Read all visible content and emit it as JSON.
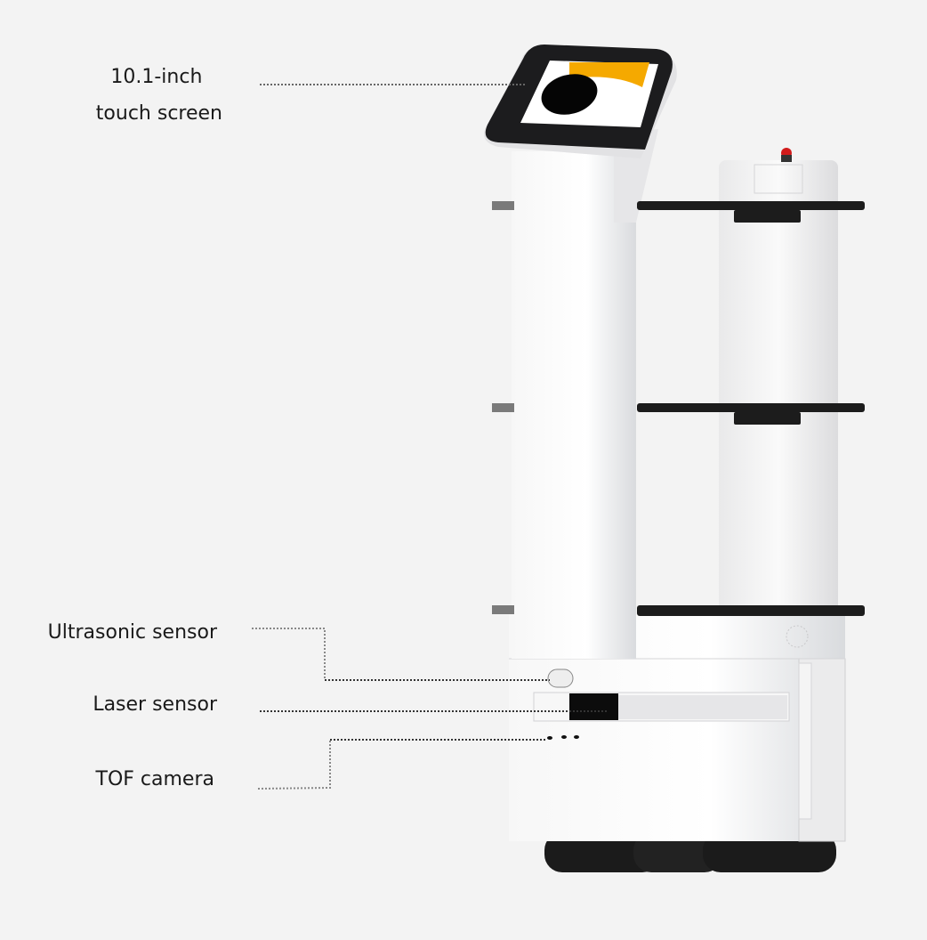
{
  "callouts": {
    "screen": {
      "line1": "10.1-inch",
      "line2": "touch screen"
    },
    "ultrasonic": "Ultrasonic  sensor",
    "laser": "Laser  sensor",
    "tof": "TOF  camera"
  },
  "colors": {
    "background": "#f3f3f3",
    "screen_accent": "#f5a900",
    "callout_line": "#555555"
  }
}
